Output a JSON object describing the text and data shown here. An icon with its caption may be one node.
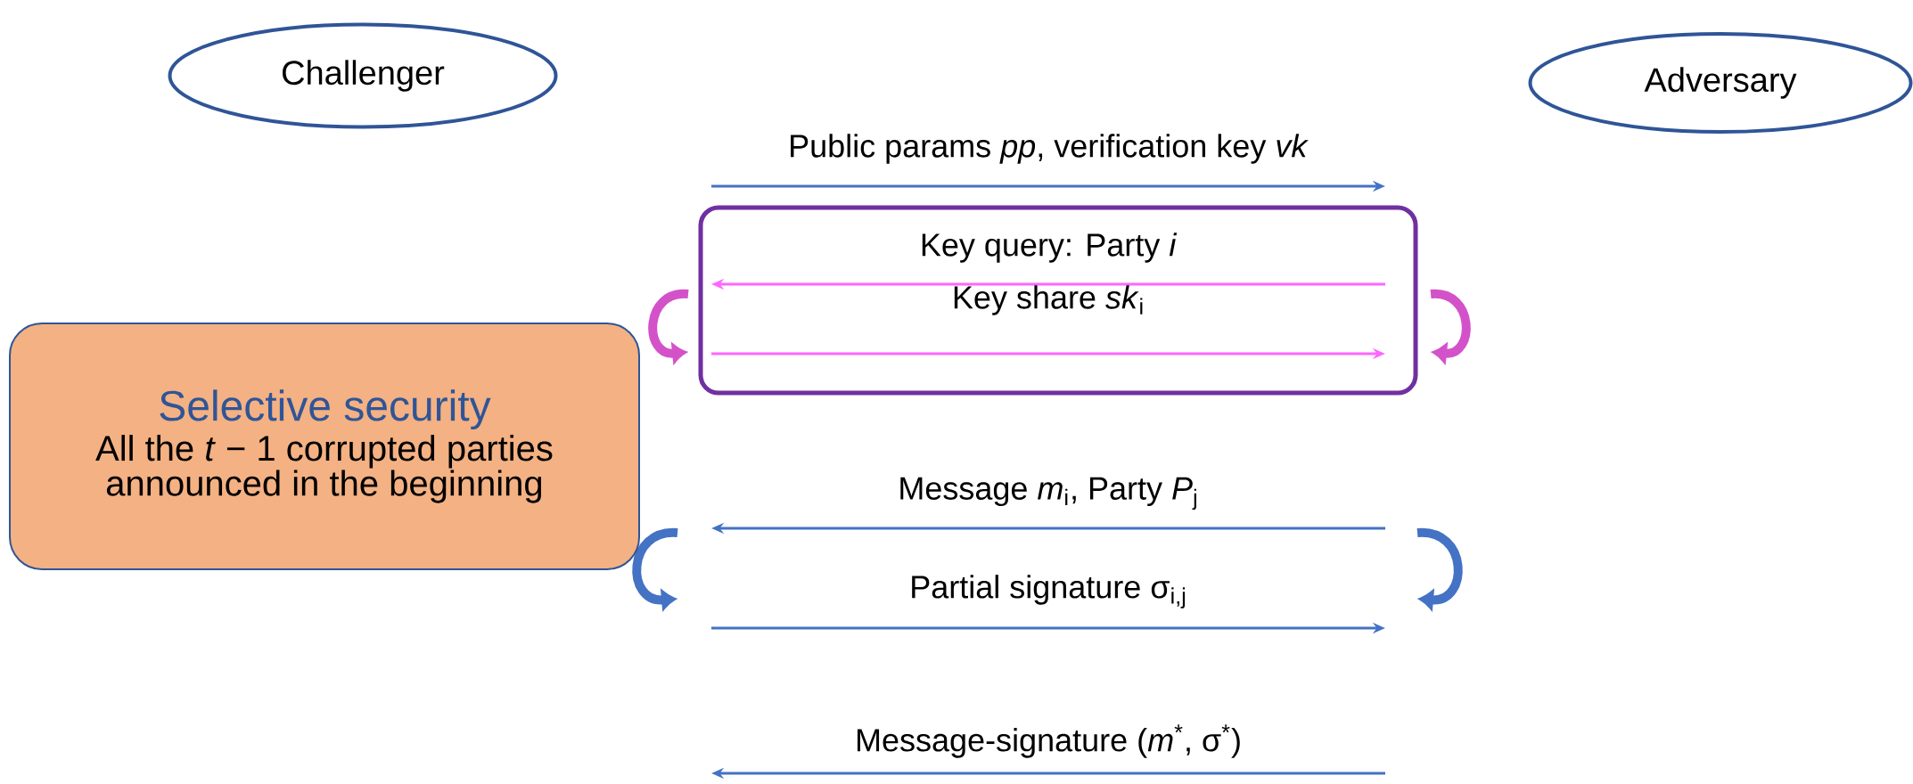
{
  "diagram": {
    "nodes": [
      {
        "text": [
          "Challenger"
        ]
      },
      {
        "text": [
          "Adversary"
        ]
      },
      {
        "text": [
          "Selective security",
          "All the *t* − 1 corrupted parties announced in the beginning"
        ]
      },
      {
        "text": [],
        "shape": "box"
      }
    ],
    "labels": [
      "Public params *pp*, verification key *vk*",
      "Key query: Party *i*",
      "Key share *sk*$_{i}$",
      "Message *m*$_{i}$, Party *P*$_{j}$",
      "Partial signature σ$_{i,j}$",
      "Message-signature (*m*$^{*}$, σ$^{*}$)"
    ]
  }
}
